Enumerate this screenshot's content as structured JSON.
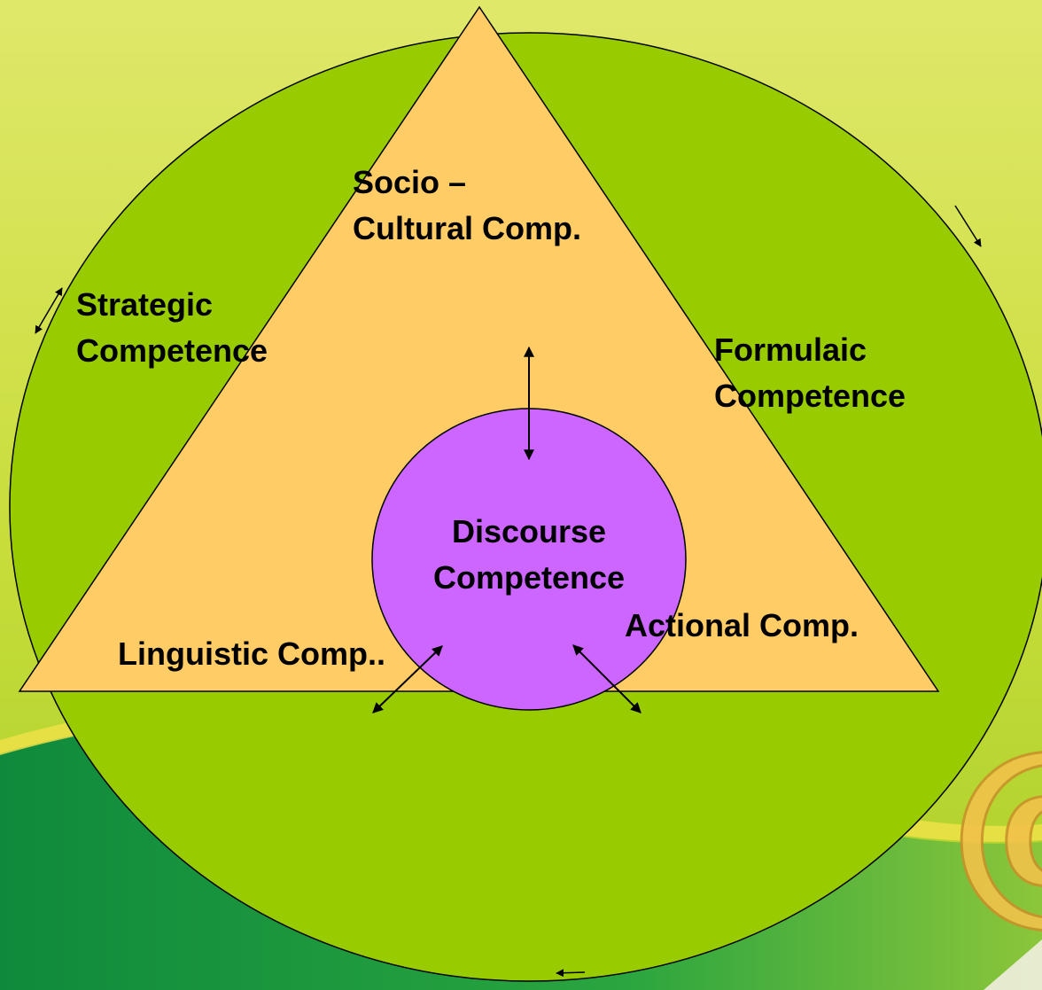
{
  "colors": {
    "background_top": "#dbe46a",
    "background_band": "#2f9f3c",
    "outer_circle": "#99cc00",
    "triangle": "#ffcc66",
    "inner_circle": "#cc66ff",
    "outline": "#000000"
  },
  "labels": {
    "socio_line1": "Socio –",
    "socio_line2": "Cultural Comp.",
    "strategic_line1": "Strategic",
    "strategic_line2": "Competence",
    "formulaic_line1": "Formulaic",
    "formulaic_line2": "Competence",
    "discourse_line1": "Discourse",
    "discourse_line2": "Competence",
    "linguistic": "Linguistic Comp..",
    "actional": "Actional Comp."
  },
  "decorations": {
    "corner_glyph": "@"
  }
}
